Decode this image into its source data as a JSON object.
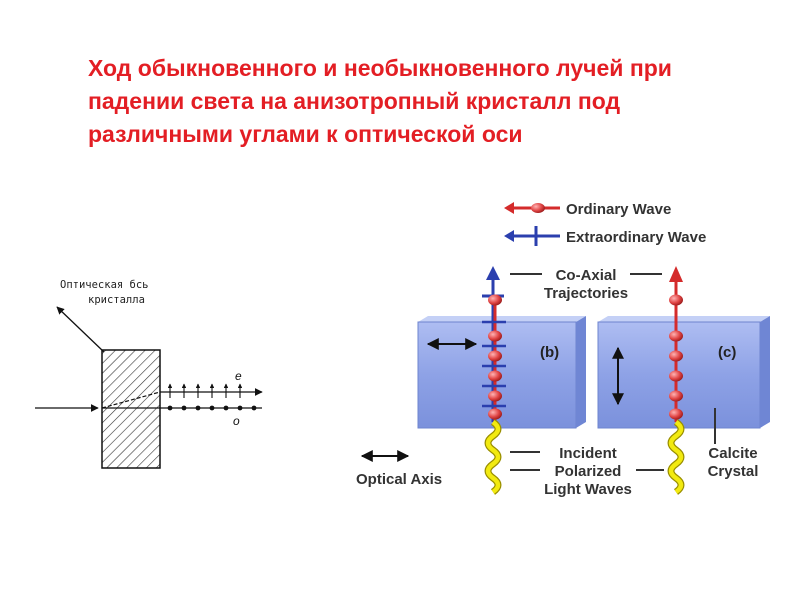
{
  "title_lines": [
    "Ход обыкновенного и необыкновенного лучей при",
    "падении света на анизотропный кристалл под",
    "различными углами к оптической оси"
  ],
  "left_diagram": {
    "axis_label_lines": [
      "Оптическая бсь",
      "кристалла"
    ],
    "e_label": "e",
    "o_label": "o"
  },
  "right_diagram": {
    "legend": {
      "ordinary": "Ordinary Wave",
      "extraordinary": "Extraordinary Wave"
    },
    "coaxial_lines": [
      "Co-Axial",
      "Trajectories"
    ],
    "panel_b_label": "(b)",
    "panel_c_label": "(c)",
    "optical_axis_label": "Optical Axis",
    "incident_lines": [
      "Incident",
      "Polarized",
      "Light Waves"
    ],
    "calcite_lines": [
      "Calcite",
      "Crystal"
    ]
  },
  "colors": {
    "title": "#e31e24",
    "ordinary": "#d42b2b",
    "extraordinary": "#2b3fae",
    "crystal": "#8da2e8",
    "incident": "#e8e000"
  }
}
